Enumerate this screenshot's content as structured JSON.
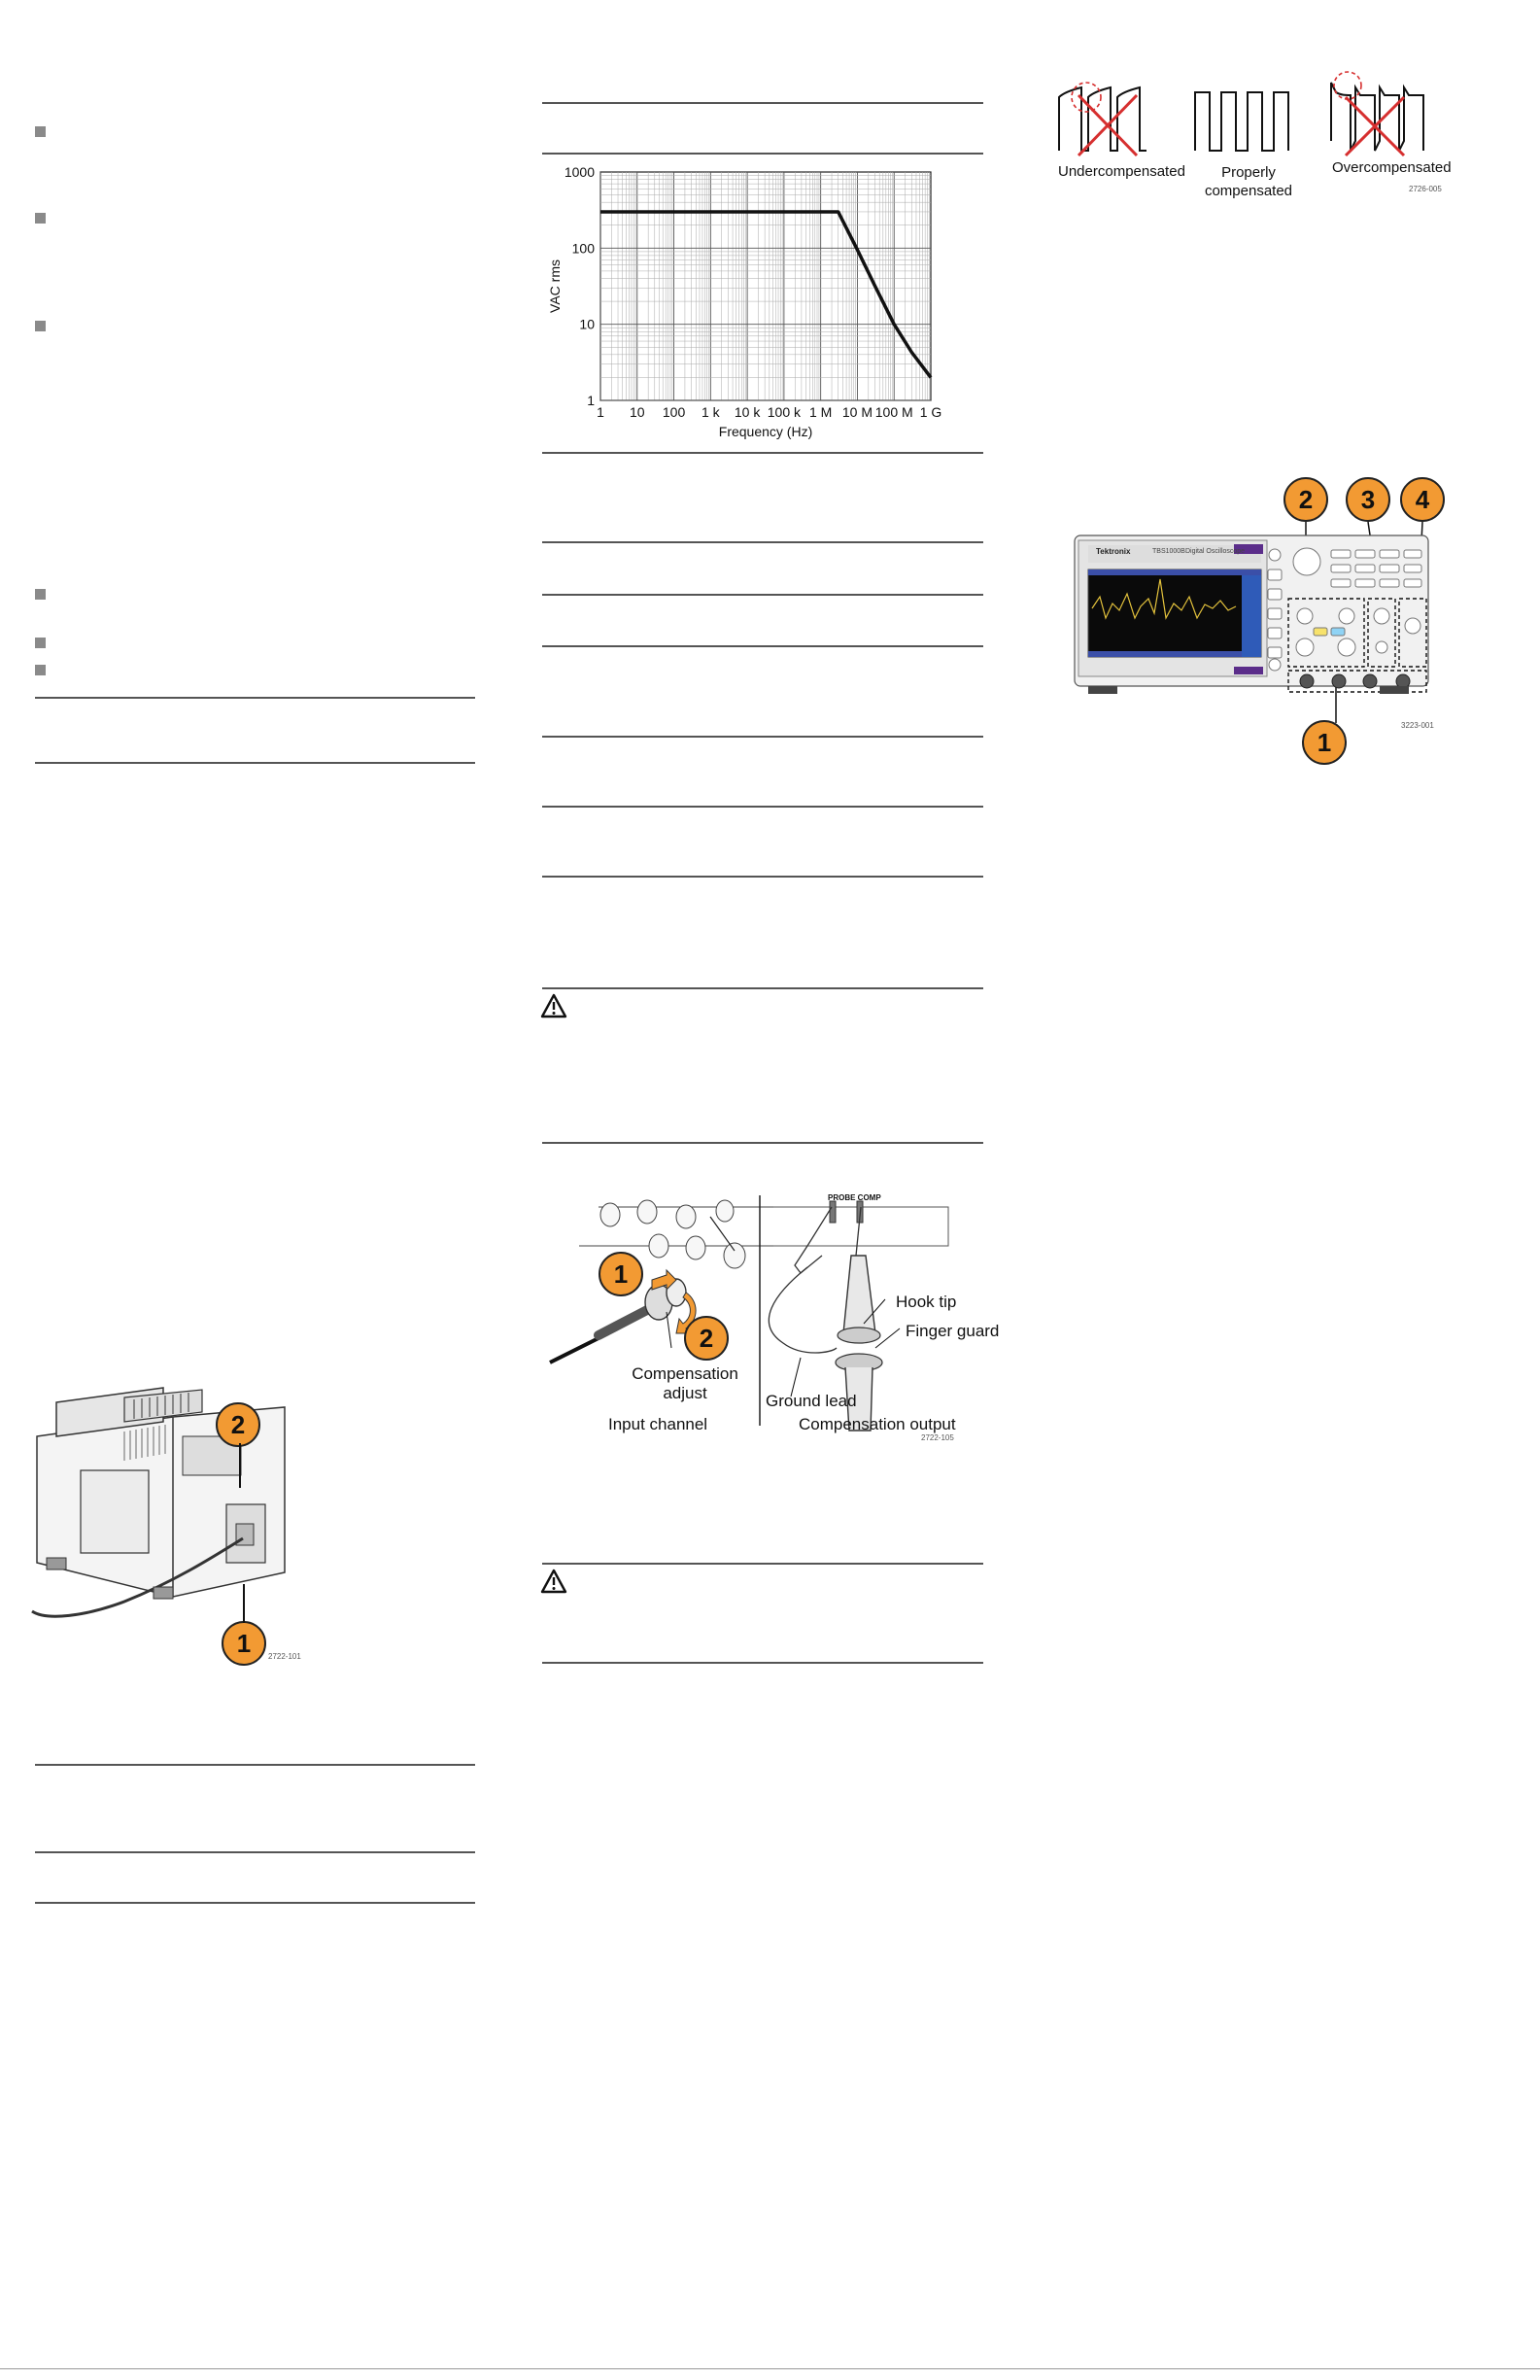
{
  "chart_data": {
    "type": "line",
    "title": "",
    "xlabel": "Frequency (Hz)",
    "ylabel": "VAC rms",
    "x_scale": "log",
    "y_scale": "log",
    "x_tick_labels": [
      "1",
      "10",
      "100",
      "1 k",
      "10 k",
      "100 k",
      "1 M",
      "10 M",
      "100 M",
      "1 G"
    ],
    "y_tick_labels": [
      "1",
      "10",
      "100",
      "1000"
    ],
    "xlim": [
      1,
      1000000000
    ],
    "ylim": [
      1,
      1000
    ],
    "grid": true,
    "series": [
      {
        "x": [
          1,
          3000000,
          10000000,
          30000000,
          100000000,
          300000000,
          1000000000
        ],
        "y": [
          300,
          300,
          95,
          32,
          10,
          4.3,
          2
        ]
      }
    ]
  },
  "compensation_figure": {
    "labels": [
      "Undercompensated",
      "Properly compensated",
      "Overcompensated"
    ],
    "figure_id": "2726-005"
  },
  "probe_figure": {
    "callouts": [
      "1",
      "2"
    ],
    "compensation_adjust": "Compensation adjust",
    "input_channel": "Input channel",
    "probe_comp": "PROBE COMP",
    "hook_tip": "Hook tip",
    "finger_guard": "Finger guard",
    "ground_lead": "Ground lead",
    "compensation_output": "Compensation output",
    "figure_id": "2722-105"
  },
  "scope_figure": {
    "callouts": [
      "2",
      "3",
      "4",
      "1"
    ],
    "brand": "Tektronix",
    "model": "TBS1000B",
    "product": "Digital Oscilloscope",
    "figure_id": "3223-001"
  },
  "rear_figure": {
    "callouts": [
      "2",
      "1"
    ],
    "figure_id": "2722-101"
  }
}
